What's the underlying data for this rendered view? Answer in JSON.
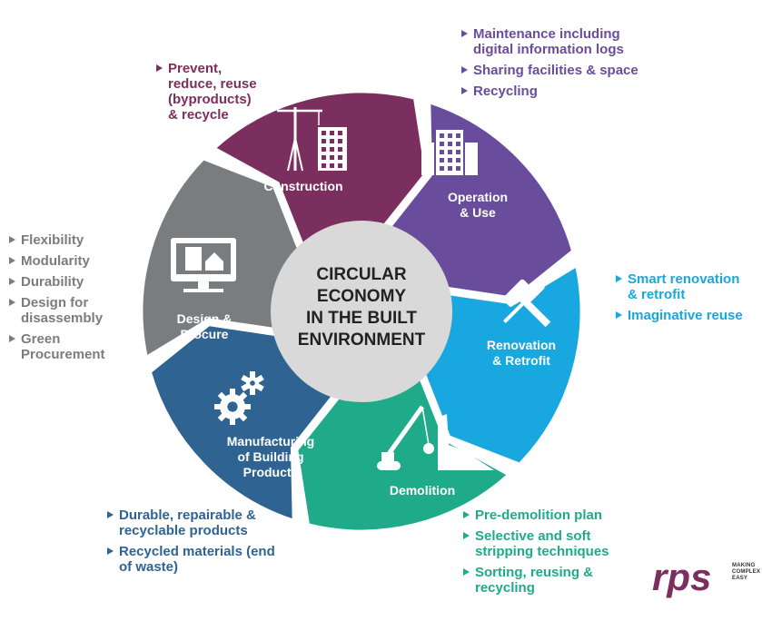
{
  "center": {
    "lines": [
      "CIRCULAR",
      "ECONOMY",
      "IN THE BUILT",
      "ENVIRONMENT"
    ]
  },
  "colors": {
    "construction": "#7b2f5e",
    "operation": "#6a4c9c",
    "renovation": "#19a7e0",
    "demolition": "#1fab8a",
    "manufacturing": "#2f6492",
    "design": "#7a7d80",
    "center": "#d9d9d9",
    "center_text": "#222222",
    "logo": "#7b2f5e"
  },
  "segments": [
    {
      "id": "construction",
      "label": [
        "Construction"
      ],
      "icon": "crane-building-icon"
    },
    {
      "id": "operation",
      "label": [
        "Operation",
        "& Use"
      ],
      "icon": "office-building-icon"
    },
    {
      "id": "renovation",
      "label": [
        "Renovation",
        "& Retrofit"
      ],
      "icon": "hammer-screwdriver-icon"
    },
    {
      "id": "demolition",
      "label": [
        "Demolition"
      ],
      "icon": "demolition-crane-icon"
    },
    {
      "id": "manufacturing",
      "label": [
        "Manufacturing",
        "of Building",
        "Products"
      ],
      "icon": "gears-icon"
    },
    {
      "id": "design",
      "label": [
        "Design &",
        "Procure"
      ],
      "icon": "computer-monitor-icon"
    }
  ],
  "bullets": {
    "construction": [
      "Prevent,\nreduce, reuse\n(byproducts)\n& recycle"
    ],
    "operation": [
      "Maintenance including\ndigital information logs",
      "Sharing facilities & space",
      "Recycling"
    ],
    "renovation": [
      "Smart renovation\n& retrofit",
      "Imaginative reuse"
    ],
    "demolition": [
      "Pre-demolition plan",
      "Selective and soft\nstripping techniques",
      "Sorting, reusing &\nrecycling"
    ],
    "manufacturing": [
      "Durable, repairable &\nrecyclable products",
      "Recycled materials (end\nof waste)"
    ],
    "design": [
      "Flexibility",
      "Modularity",
      "Durability",
      "Design for\ndisassembly",
      "Green\nProcurement"
    ]
  },
  "logo": {
    "text": "rps",
    "tagline": [
      "MAKING",
      "COMPLEX",
      "EASY"
    ]
  }
}
